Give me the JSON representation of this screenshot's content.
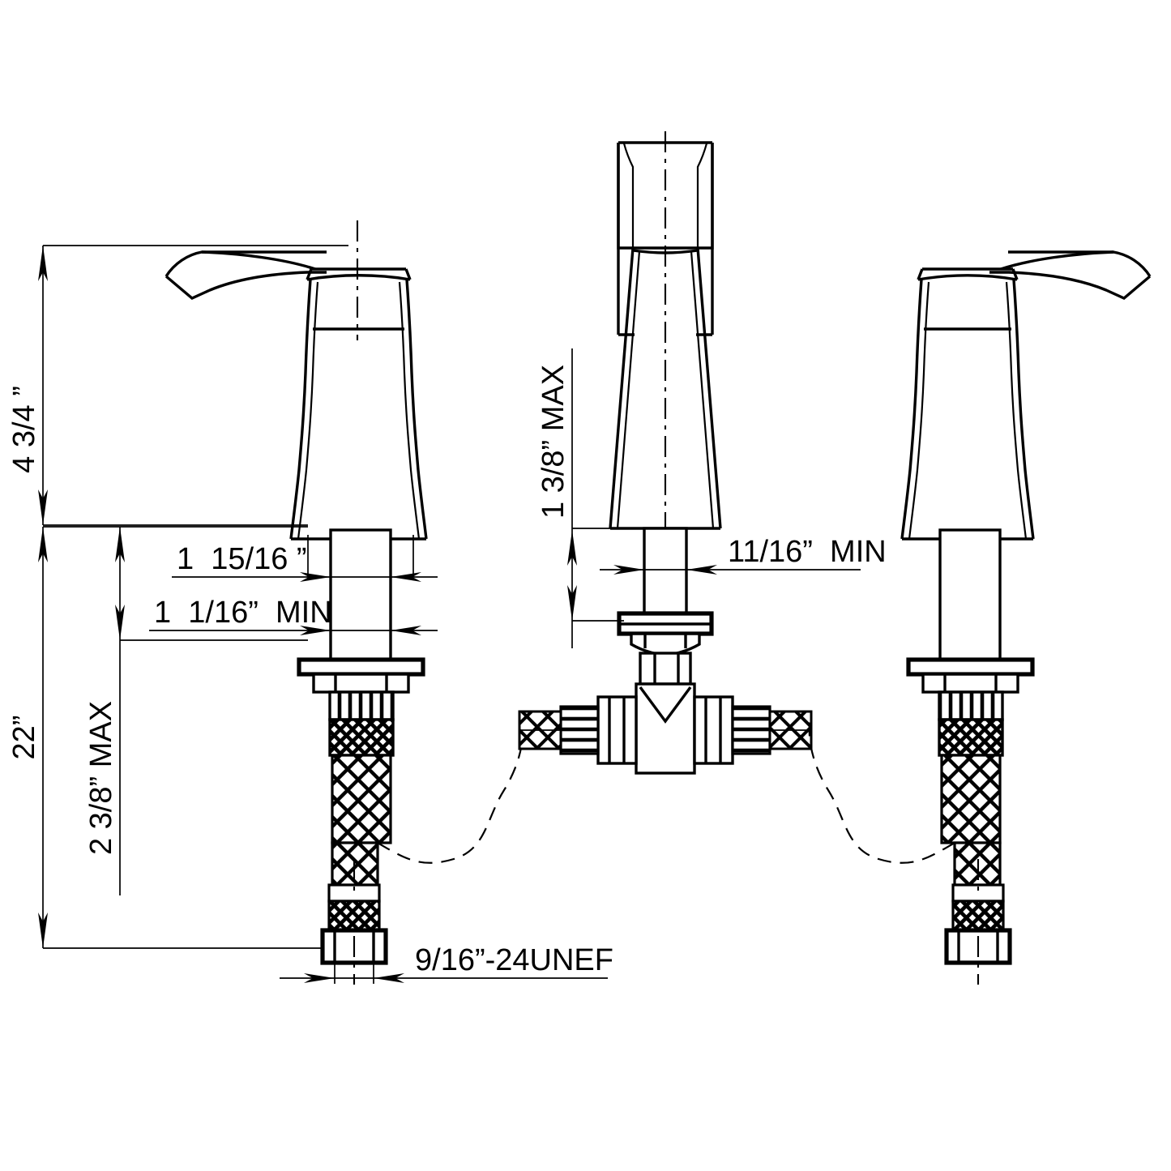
{
  "drawing": {
    "type": "engineering-dimension-drawing",
    "subject": "Widespread bathroom faucet set (two handles + center spout)",
    "line_color": "#000000",
    "background_color": "#ffffff"
  },
  "dimensions": {
    "height_above_deck": {
      "label": "4 3/4 ”",
      "orientation": "vertical",
      "id": "dim-4-3-4"
    },
    "total_length": {
      "label": "22”",
      "orientation": "vertical",
      "id": "dim-22"
    },
    "max_deck_thickness": {
      "label": "2 3/8” MAX",
      "orientation": "vertical",
      "id": "dim-2-3-8-max"
    },
    "handle_base_width": {
      "label": "1  15/16 ”",
      "orientation": "horizontal",
      "id": "dim-1-15-16"
    },
    "min_hole_handle": {
      "label": "1  1/16”  MIN",
      "orientation": "horizontal",
      "id": "dim-1-1-16-min"
    },
    "spout_max_deck": {
      "label": "1 3/8” MAX",
      "orientation": "vertical",
      "id": "dim-1-3-8-max"
    },
    "min_hole_spout": {
      "label": "11/16”  MIN",
      "orientation": "horizontal",
      "id": "dim-11-16-min"
    },
    "thread_spec": {
      "label": "9/16”-24UNEF",
      "orientation": "horizontal",
      "id": "dim-thread"
    }
  },
  "views": {
    "left_handle": {
      "name": "Left handle valve, front view"
    },
    "center_spout": {
      "name": "Center spout, front view"
    },
    "right_handle": {
      "name": "Right handle valve, front view"
    }
  },
  "components": {
    "handle_body": "hourglass-shaped handle body",
    "lever_arm": "curved lever handle arm",
    "shank": "threaded mounting shank",
    "mount_flange": "deck mounting flange washer",
    "mount_nut": "deck mounting nut",
    "braided_hose": "braided stainless supply hose",
    "hex_nut": "hex coupling nut",
    "valve_tee": "central mixing tee valve body",
    "hose_route": "dashed flexible hose routing path"
  }
}
